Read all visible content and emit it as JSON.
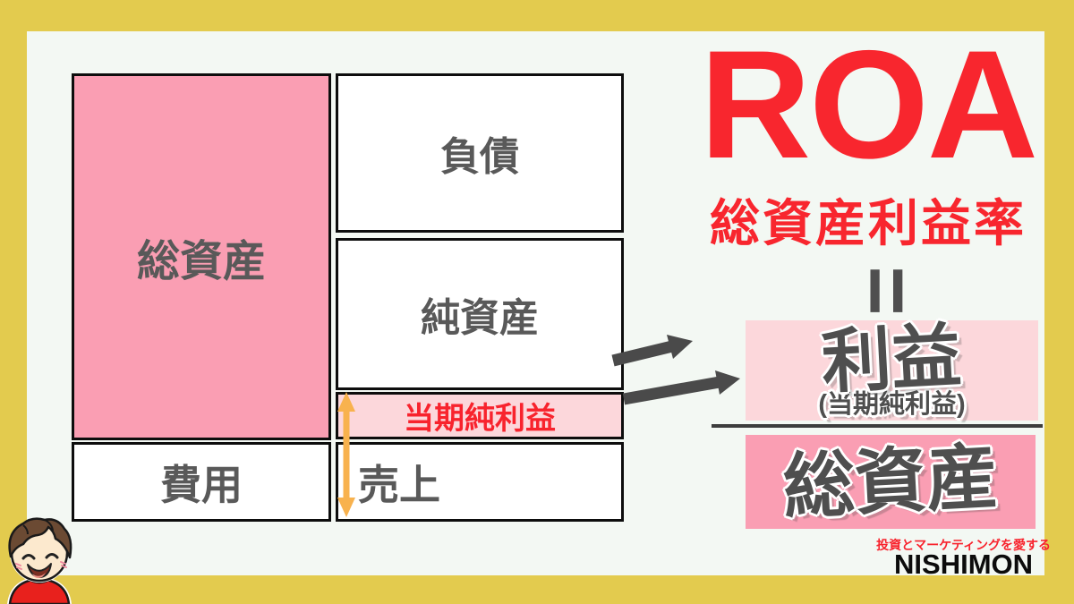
{
  "colors": {
    "frame_yellow": "#e3cb4e",
    "background": "#f3f8f3",
    "pink_strong": "#fa9eb3",
    "pink_light": "#fcd7db",
    "accent_red": "#f8262e",
    "text_dark_gray": "#595959",
    "arrow_dark": "#4a4a4a",
    "arrow_orange": "#f8b24e",
    "border_black": "#0d0d0d"
  },
  "balance_sheet": {
    "total_assets": "総資産",
    "liabilities": "負債",
    "net_assets": "純資産",
    "net_income": "当期純利益",
    "expenses": "費用",
    "sales": "売上"
  },
  "formula": {
    "acronym": "ROA",
    "name_jp": "総資産利益率",
    "equals_symbol": "=",
    "numerator": "利益",
    "numerator_note": "(当期純利益)",
    "denominator": "総資産"
  },
  "branding": {
    "tagline": "投資とマーケティングを愛する",
    "logo": "NISHIMON"
  }
}
